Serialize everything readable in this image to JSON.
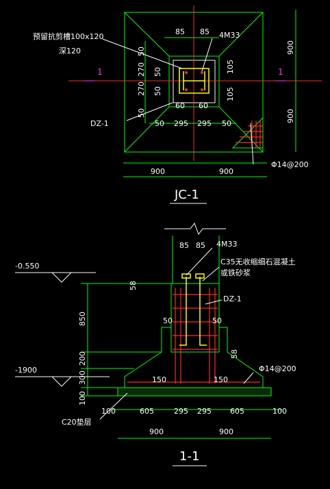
{
  "plan": {
    "title": "JC-1",
    "dims_top": [
      "85",
      "85"
    ],
    "bolt_label": "4M33",
    "groove_label_line1": "预留抗剪槽100x120",
    "groove_label_line2": "深120",
    "left_dims": [
      "50",
      "270",
      "50",
      "50",
      "270",
      "50"
    ],
    "inner_dims_right": [
      "105",
      "105"
    ],
    "section_mark": "1",
    "dims_mid": [
      "60",
      "60"
    ],
    "column_label": "DZ-1",
    "dims_row": [
      "50",
      "295",
      "295",
      "50"
    ],
    "right_dims": [
      "900",
      "900"
    ],
    "bottom_dims": [
      "900",
      "900"
    ],
    "rebar_label": "Φ14@200"
  },
  "section": {
    "title": "1-1",
    "dims_top": [
      "85",
      "85"
    ],
    "bolt_label": "4M33",
    "grout_label_line1": "C35无收缩细石混凝土",
    "grout_label_line2": "或铁砂浆",
    "dim_58": "58",
    "column_label": "DZ-1",
    "elev_top": "-0.550",
    "elev_bottom": "-1900",
    "left_dims": [
      "850",
      "200",
      "300",
      "100"
    ],
    "side_dims": [
      "50",
      "50"
    ],
    "step_dims": [
      "150",
      "150"
    ],
    "dim_58b": "58",
    "rebar_label": "Φ14@200",
    "cushion_label": "C20垫层",
    "bottom_dims_row1": [
      "100",
      "605",
      "295",
      "295",
      "605",
      "100"
    ],
    "bottom_dims_row2": [
      "900",
      "900"
    ]
  },
  "colors": {
    "line": "#00ff00",
    "rebar": "#ff2a2a",
    "bolt": "#ffff00",
    "mark": "#ff33ff",
    "text": "#ffffff"
  }
}
